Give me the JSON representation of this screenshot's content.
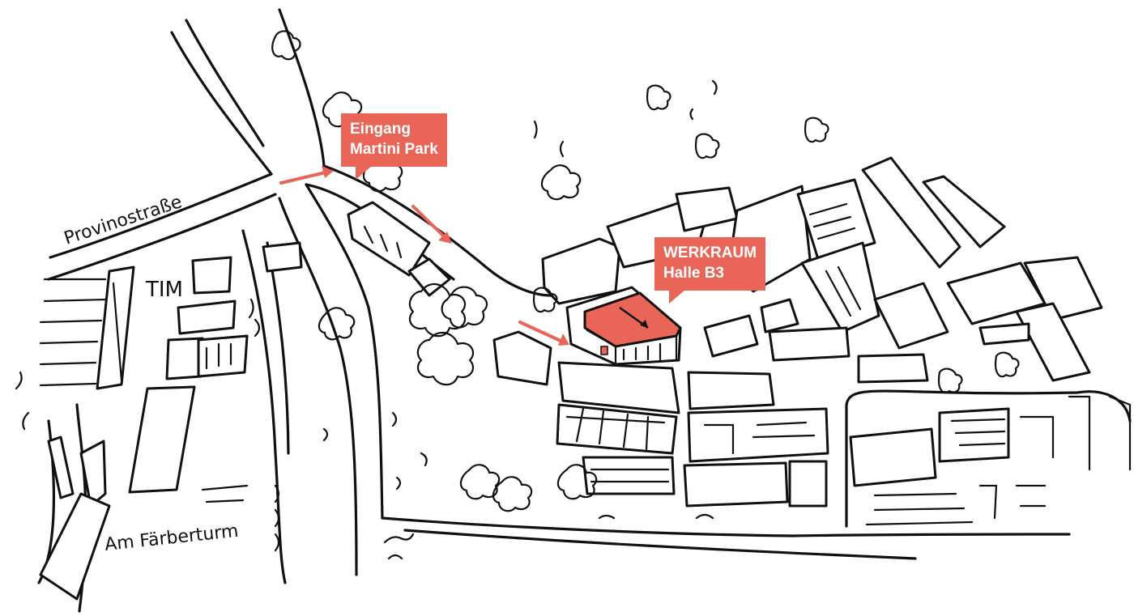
{
  "map": {
    "streets": {
      "provinostrasse": "Provinostraße",
      "am_faerberturm": "Am Färberturm"
    },
    "landmark": "TIM",
    "callouts": {
      "entrance": {
        "line1": "Eingang",
        "line2": "Martini Park"
      },
      "venue": {
        "line1": "WERKRAUM",
        "line2": "Halle B3"
      }
    },
    "colors": {
      "accent": "#e86557",
      "ink": "#111111",
      "background": "#ffffff"
    },
    "icons": {
      "route_arrows": "arrow-right-icon",
      "north_pointer": "compass-arrow-icon"
    }
  }
}
